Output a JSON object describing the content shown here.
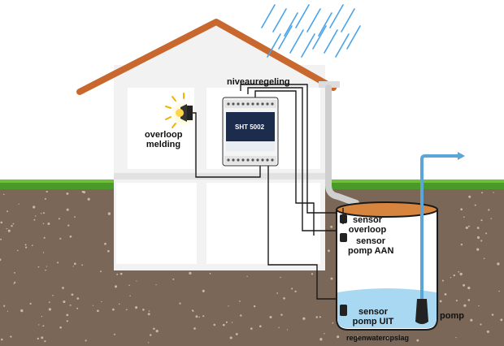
{
  "labels": {
    "niveauregeling": "niveauregeling",
    "overloop_melding_1": "overloop",
    "overloop_melding_2": "melding",
    "sensor_overloop_1": "sensor",
    "sensor_overloop_2": "overloop",
    "sensor_aan_1": "sensor",
    "sensor_aan_2": "pomp AAN",
    "sensor_uit_1": "sensor",
    "sensor_uit_2": "pomp UIT",
    "pomp": "pomp",
    "regenwateropslag": "regenwateropslag"
  },
  "controller": {
    "model": "SHT 5002"
  },
  "colors": {
    "roof": "#c8682f",
    "grass": "#4a9a2a",
    "soil": "#7a6757",
    "water": "#a9d8f2",
    "rain": "#4aa3e8",
    "house_wall": "#f1f1f1",
    "controller_panel": "#1c2c4c"
  },
  "icons": {
    "lamp": "alarm-lamp-icon",
    "rain": "rain-icon",
    "outflow": "arrow-right-icon"
  }
}
